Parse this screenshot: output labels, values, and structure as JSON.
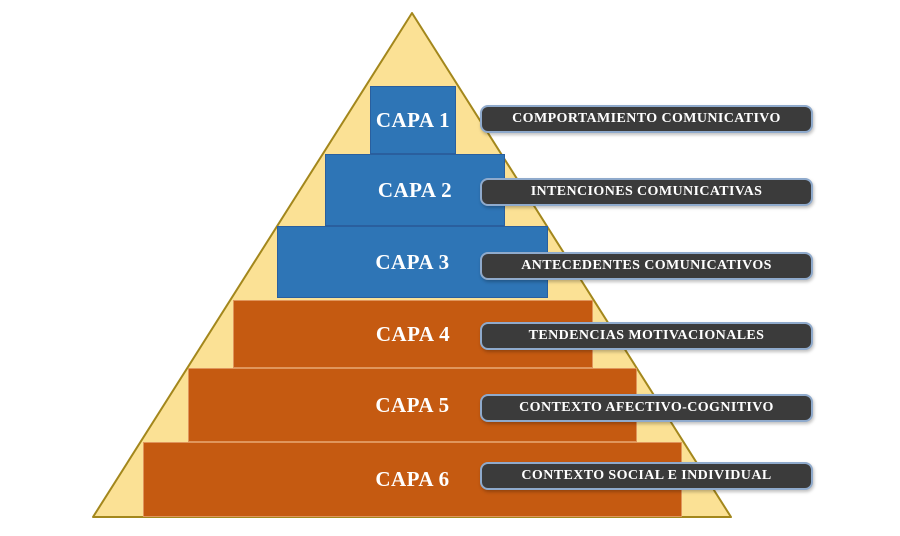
{
  "pyramid": {
    "layers": [
      {
        "name": "CAPA 1",
        "description": "COMPORTAMIENTO COMUNICATIVO",
        "group": "blue"
      },
      {
        "name": "CAPA 2",
        "description": "INTENCIONES COMUNICATIVAS",
        "group": "blue"
      },
      {
        "name": "CAPA 3",
        "description": "ANTECEDENTES COMUNICATIVOS",
        "group": "blue"
      },
      {
        "name": "CAPA 4",
        "description": "TENDENCIAS MOTIVACIONALES",
        "group": "orange"
      },
      {
        "name": "CAPA 5",
        "description": "CONTEXTO AFECTIVO-COGNITIVO",
        "group": "orange"
      },
      {
        "name": "CAPA 6",
        "description": "CONTEXTO SOCIAL E INDIVIDUAL",
        "group": "orange"
      }
    ]
  },
  "palette": {
    "layer_blue": "#2E75B6",
    "layer_blue_border": "#2A5F9E",
    "layer_orange": "#C55A11",
    "layer_orange_border": "#E0965C",
    "pyramid_fill": "#FBE195",
    "pyramid_border": "#A3871C",
    "tag_background": "#3B3B3B",
    "tag_border": "#8FAACC",
    "text_color": "#FFFFFF",
    "page_background": "#FFFFFF"
  }
}
